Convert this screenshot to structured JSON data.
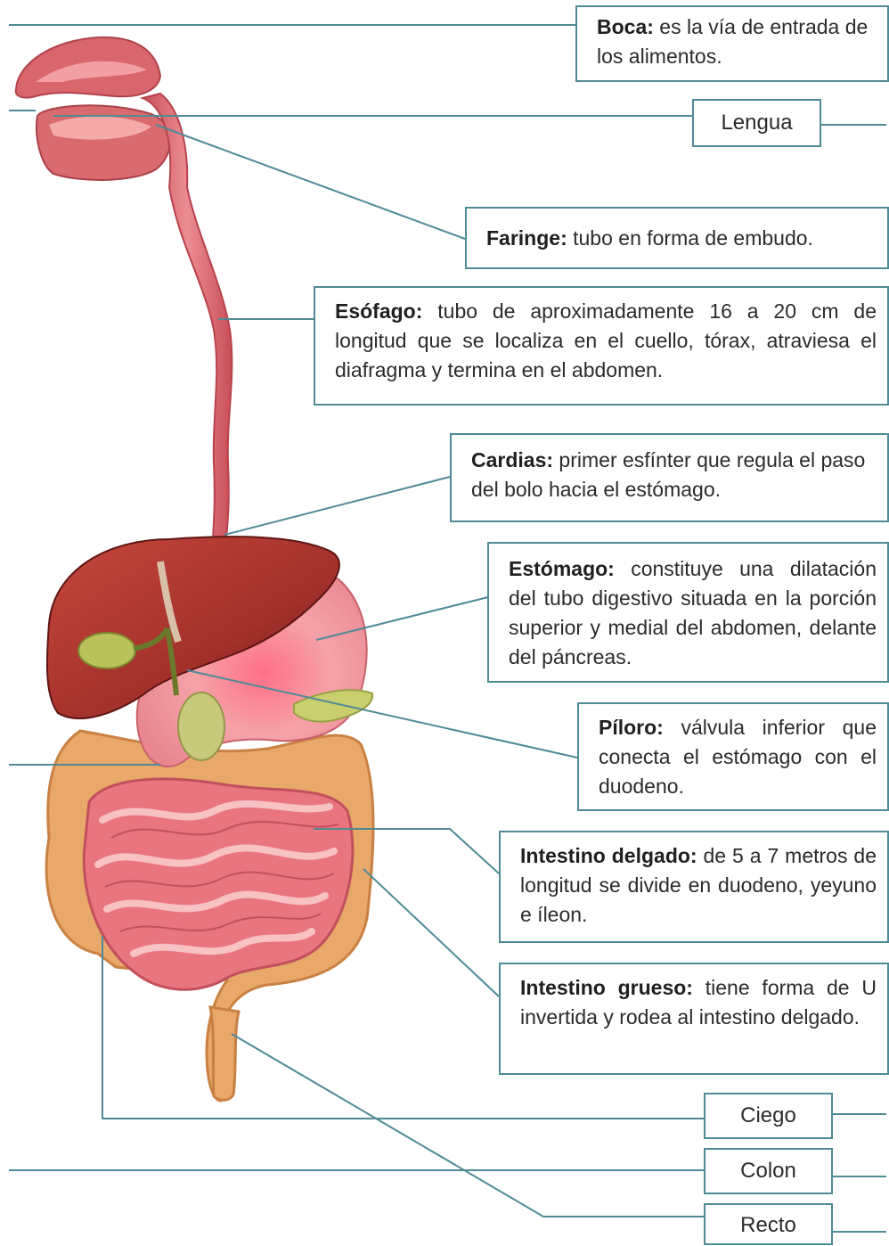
{
  "labels": {
    "boca": {
      "term": "Boca:",
      "text": " es la vía de entrada de los alimentos."
    },
    "lengua": {
      "text": "Lengua"
    },
    "faringe": {
      "term": "Faringe:",
      "text": " tubo en forma de embudo."
    },
    "esofago": {
      "term": "Esófago:",
      "text": " tubo de aproximadamente 16 a 20 cm de longitud que se localiza en el cuello, tórax, atraviesa el diafragma y termina en el abdomen."
    },
    "cardias": {
      "term": "Cardias:",
      "text": " primer esfínter que regula el paso del bolo hacia el estómago."
    },
    "estomago": {
      "term": "Estómago:",
      "text": " constituye una dilatación del tubo digestivo situada en la porción superior y medial del abdomen, delante del páncreas."
    },
    "piloro": {
      "term": "Píloro:",
      "text": " válvula inferior que conecta el estómago con el duodeno."
    },
    "intestino_delgado": {
      "term": "Intestino delgado:",
      "text": " de 5 a 7 metros de longitud se divide en duodeno, yeyuno e íleon."
    },
    "intestino_grueso": {
      "term": "Intestino grueso:",
      "text": " tiene forma de U invertida y rodea al intestino delgado."
    },
    "ciego": {
      "text": "Ciego"
    },
    "colon": {
      "text": "Colon"
    },
    "recto": {
      "text": "Recto"
    }
  },
  "colors": {
    "leader_line": "#4f8a96",
    "esophagus": "#d9636b",
    "liver": "#a8322c",
    "stomach": "#f29aa0",
    "large_intestine": "#e8a86a",
    "small_intestine": "#e9757f",
    "gallbladder": "#b9c25a"
  }
}
